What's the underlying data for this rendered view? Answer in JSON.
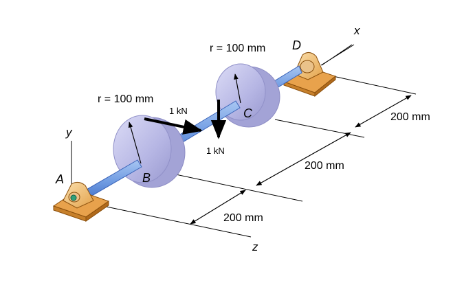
{
  "points": {
    "A": "A",
    "B": "B",
    "C": "C",
    "D": "D"
  },
  "axes": {
    "x": "x",
    "y": "y",
    "z": "z"
  },
  "radius_labels": {
    "B": "r = 100 mm",
    "D": "r = 100 mm"
  },
  "loads": {
    "horizontal": "1 kN",
    "vertical": "1 kN"
  },
  "dimensions": {
    "right": "200 mm",
    "middle": "200 mm",
    "bottom": "200 mm"
  },
  "colors": {
    "shaft": "#7aa6e8",
    "shaft_edge": "#3a63b8",
    "disk_face": "#b9b9e6",
    "disk_edge": "#9696cc",
    "bearing_body": "#f2c27a",
    "bearing_base": "#e59a3a",
    "bearing_edge": "#9a5b10",
    "pin": "#2fa07a"
  }
}
